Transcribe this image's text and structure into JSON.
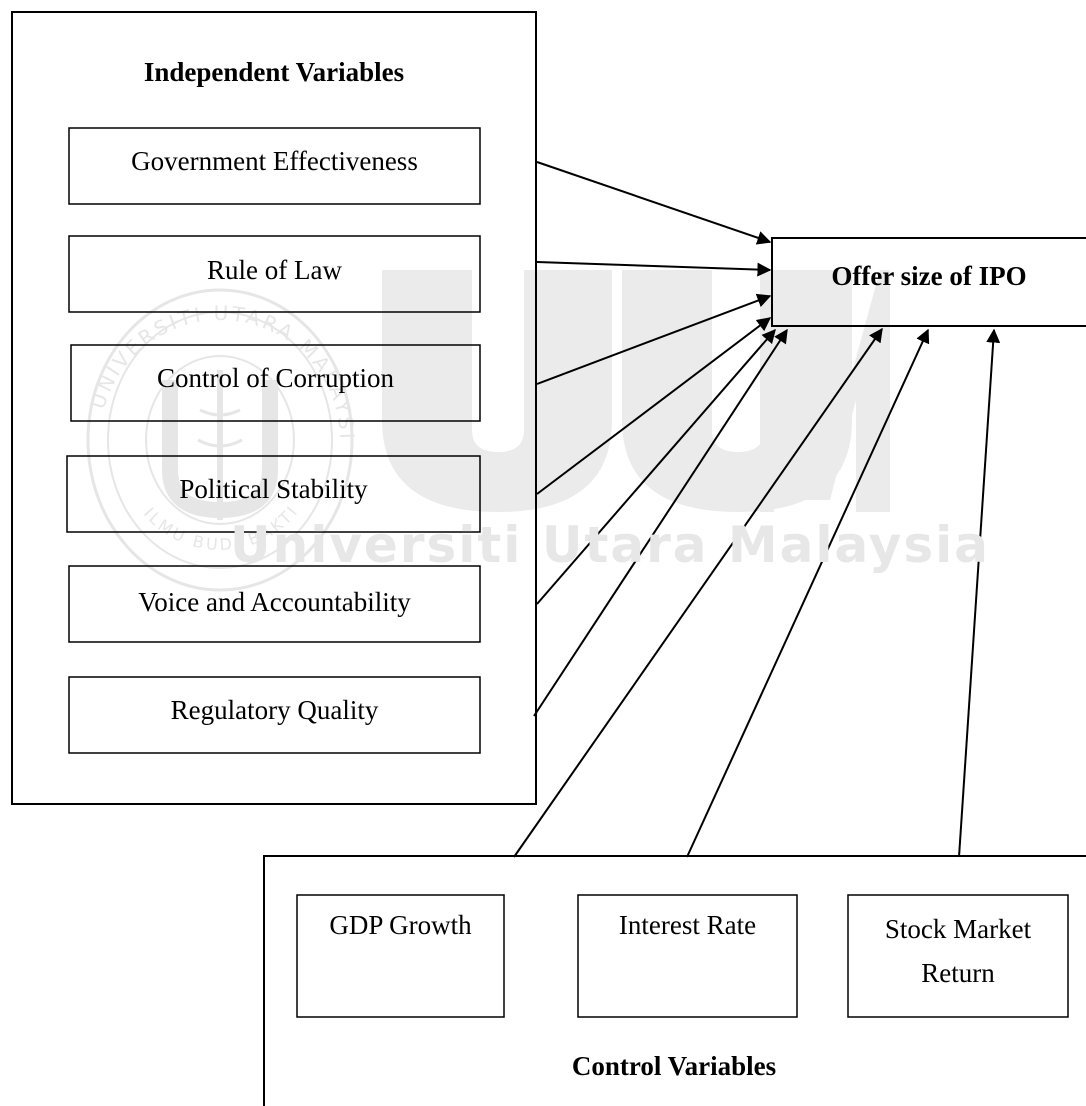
{
  "diagram": {
    "independent_group": {
      "title": "Independent Variables",
      "items": [
        "Government Effectiveness",
        "Rule of Law",
        "Control of Corruption",
        "Political Stability",
        "Voice and Accountability",
        "Regulatory Quality"
      ]
    },
    "dependent": {
      "label": "Offer size of IPO"
    },
    "control_group": {
      "title": "Control Variables",
      "items": [
        "GDP Growth",
        "Interest Rate",
        "Stock Market Return"
      ],
      "item_3_lines": [
        "Stock Market",
        "Return"
      ]
    }
  },
  "watermark": {
    "logo": "UUM",
    "text": "Universiti Utara Malaysia",
    "seal_text_top": "UNIVERSITI UTARA MALAYSIA",
    "seal_text_bottom": "ILMU BUDI BAKTI",
    "color": "#e6e6e6"
  },
  "colors": {
    "stroke": "#000000",
    "background": "#ffffff",
    "watermark": "#e6e6e6"
  }
}
